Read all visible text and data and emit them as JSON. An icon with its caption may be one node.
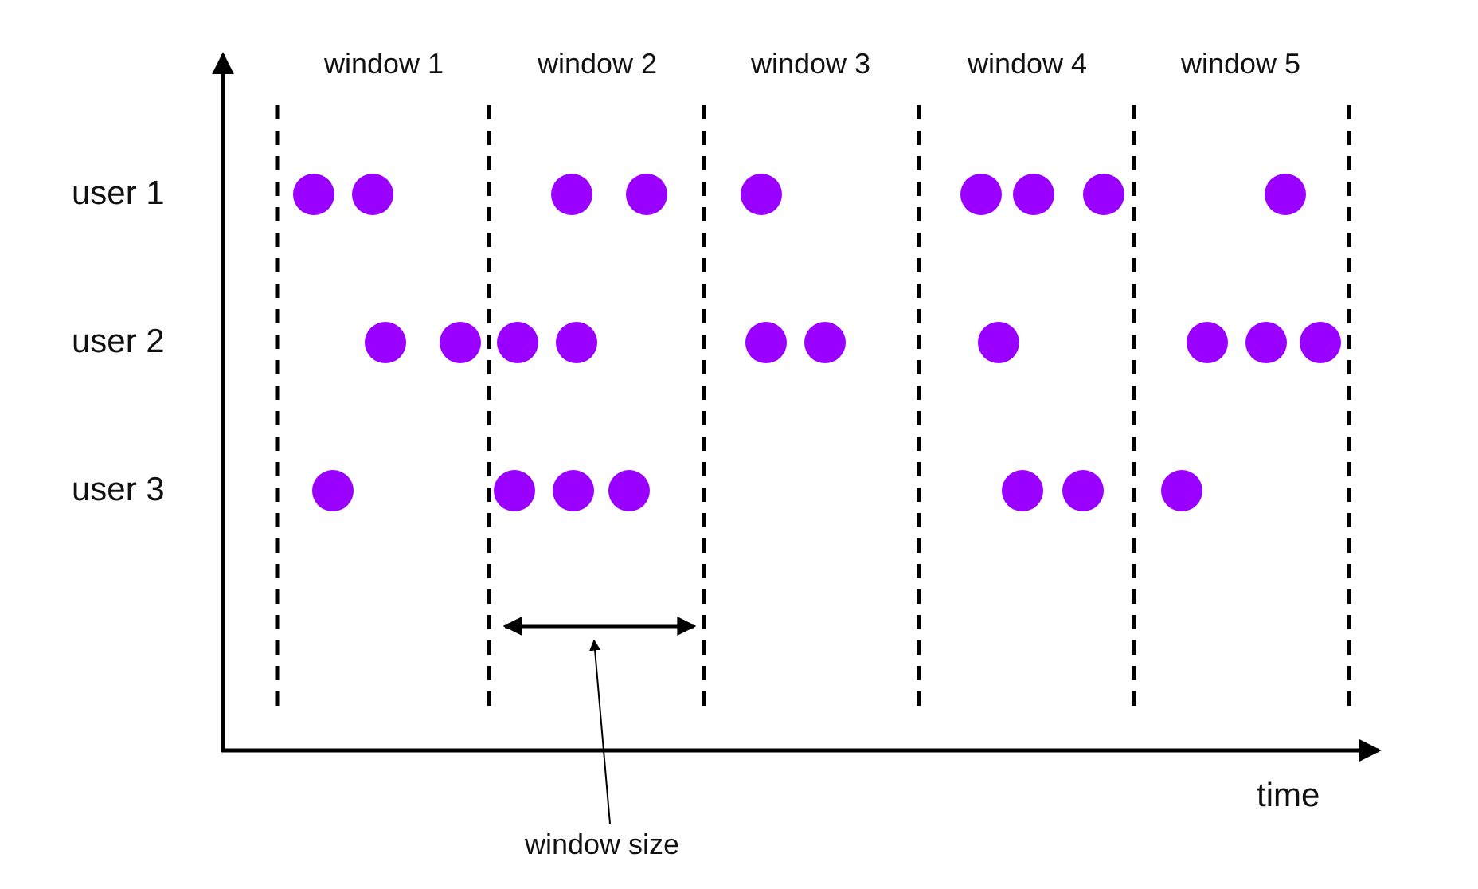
{
  "diagram": {
    "nodes": [
      {
        "text": [
          "window size"
        ]
      },
      {
        "text": [],
        "shape": "line"
      }
    ],
    "edges": [
      {
        "from": 0,
        "to": 1,
        "arrow": "to"
      }
    ],
    "labels": [
      "window 1",
      "window 2",
      "window 3",
      "window 4",
      "window 5",
      "user 1",
      "user 2",
      "user 3",
      "time"
    ]
  }
}
